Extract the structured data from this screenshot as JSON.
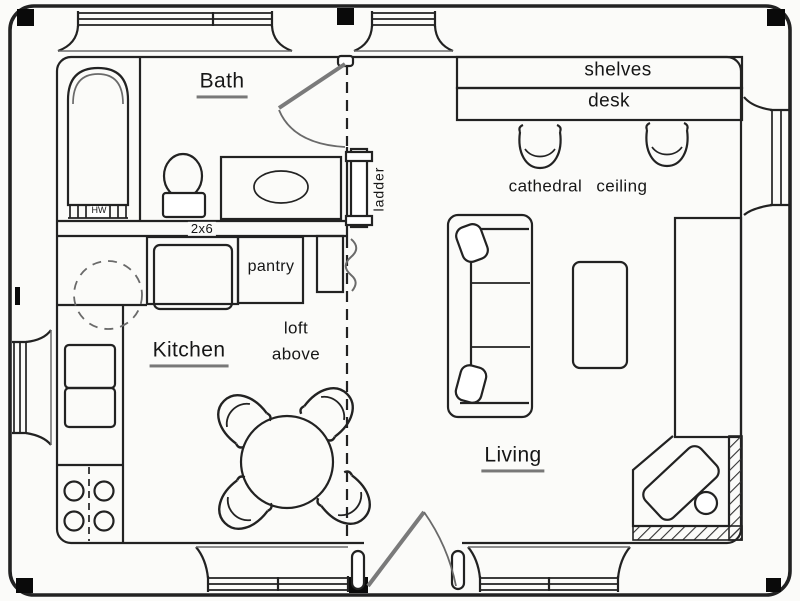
{
  "drawing_type": "house floor plan",
  "labels": {
    "bath": "Bath",
    "kitchen": "Kitchen",
    "living": "Living",
    "shelves": "shelves",
    "desk": "desk",
    "cathedral_ceiling": "cathedral ceiling",
    "pantry": "pantry",
    "loft_line1": "loft",
    "loft_line2": "above",
    "ladder": "ladder",
    "wall_note": "2x6",
    "hot_water": "HW"
  },
  "colors": {
    "ink": "#222222",
    "soft": "#6a6a6a",
    "post": "#0a0a0a",
    "bg": "#fbfbf9"
  }
}
